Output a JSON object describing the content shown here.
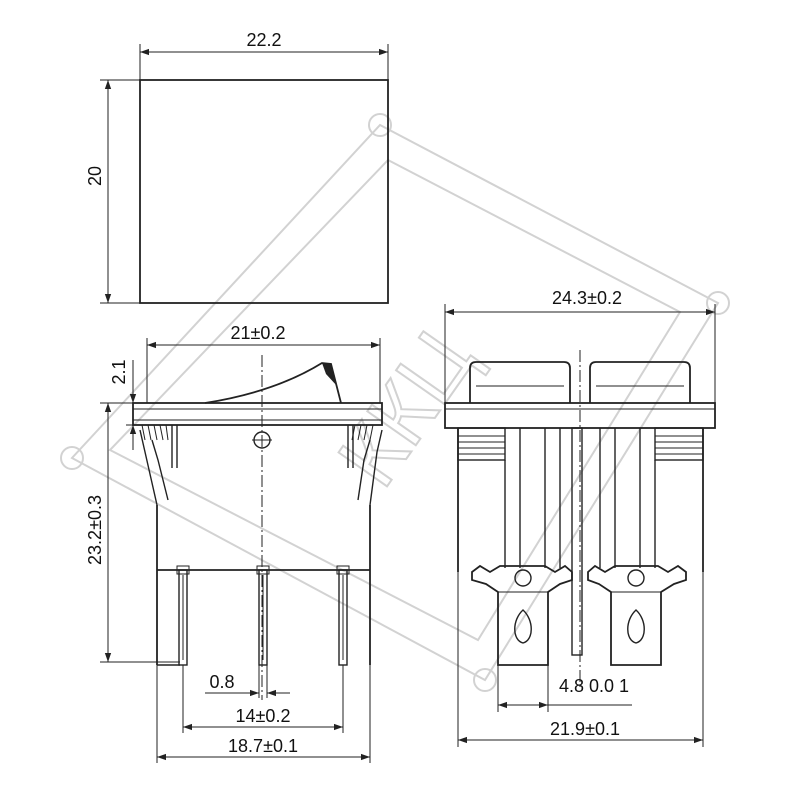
{
  "top_view": {
    "width_label": "22.2",
    "height_label": "20"
  },
  "side_view": {
    "rocker_width_label": "21±0.2",
    "flange_height_label": "2.1",
    "height_label": "23.2±0.3",
    "pin_width_label": "0.8",
    "pin_pitch_label": "14±0.2",
    "body_width_label": "18.7±0.1"
  },
  "front_view": {
    "flange_width_label": "24.3±0.2",
    "tab_width_label": "4.8 0.0 1",
    "body_width_label": "21.9±0.1"
  },
  "watermark": "ККЦ",
  "colors": {
    "line": "#222222",
    "watermark": "#d2d2d2"
  }
}
